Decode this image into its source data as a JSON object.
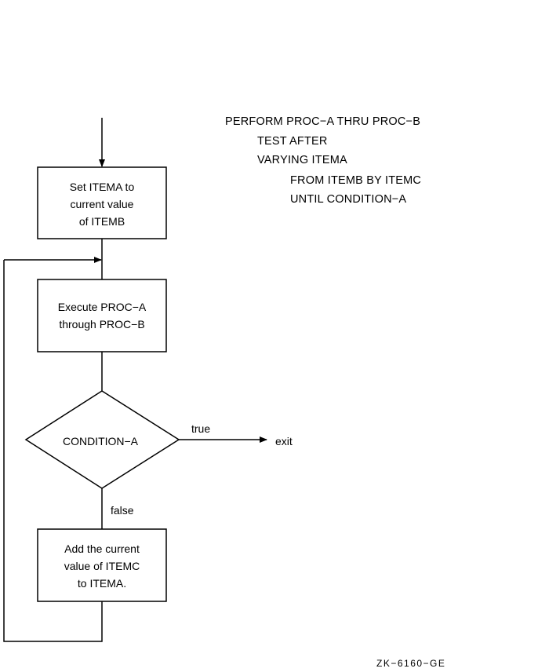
{
  "code": {
    "line1": "PERFORM PROC−A THRU PROC−B",
    "line2": "TEST AFTER",
    "line3": "VARYING ITEMA",
    "line4": "FROM ITEMB BY ITEMC",
    "line5": "UNTIL CONDITION−A"
  },
  "flowchart": {
    "box1": {
      "line1": "Set ITEMA to",
      "line2": "current value",
      "line3": "of ITEMB"
    },
    "box2": {
      "line1": "Execute PROC−A",
      "line2": "through PROC−B"
    },
    "decision": "CONDITION−A",
    "true_label": "true",
    "exit_label": "exit",
    "false_label": "false",
    "box3": {
      "line1": "Add the current",
      "line2": "value of ITEMC",
      "line3": "to ITEMA."
    }
  },
  "figure_id": "ZK−6160−GE"
}
